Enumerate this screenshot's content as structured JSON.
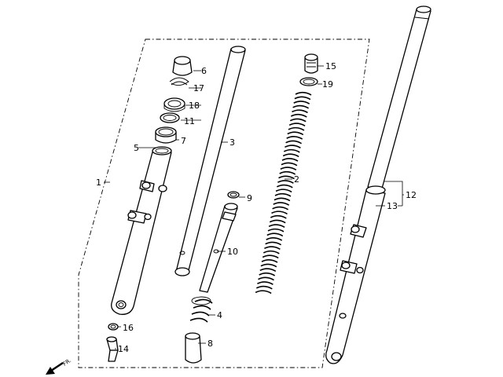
{
  "diagram": {
    "direction_label": "FR.",
    "callouts": {
      "c1": "1",
      "c2": "2",
      "c3": "3",
      "c4": "4",
      "c5": "5",
      "c6": "6",
      "c7": "7",
      "c8": "8",
      "c9": "9",
      "c10": "10",
      "c11": "11",
      "c12": "12",
      "c13": "13",
      "c14": "14",
      "c15": "15",
      "c16": "16",
      "c17": "17",
      "c18": "18",
      "c19": "19"
    }
  }
}
